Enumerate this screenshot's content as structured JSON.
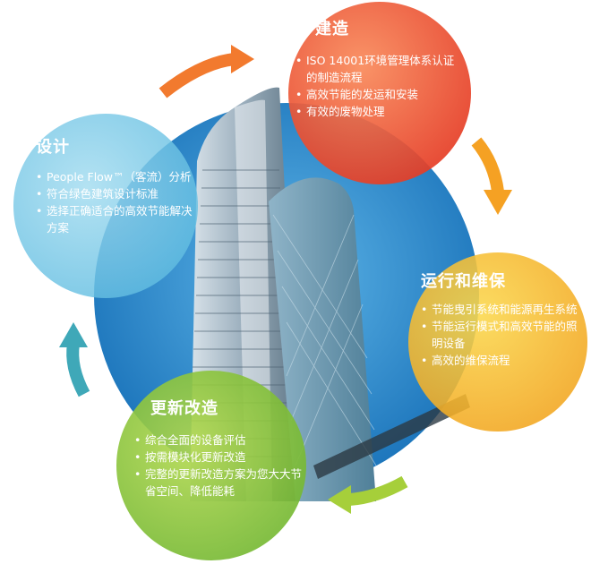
{
  "colors": {
    "sky": "#1b86c9",
    "design": "#6fc7e6",
    "build": "#ee4b2b",
    "operate": "#f6c323",
    "renovate": "#8cc63f",
    "arrow_orange": "#f27a2e",
    "arrow_teal": "#3fa8b8",
    "arrow_green": "#9acd3a"
  },
  "stages": {
    "design": {
      "title": "设计",
      "items": [
        "People Flow™（客流）分析",
        "符合绿色建筑设计标准",
        "选择正确适合的高效节能解决方案"
      ]
    },
    "build": {
      "title": "建造",
      "items": [
        "ISO 14001环境管理体系认证的制造流程",
        "高效节能的发运和安装",
        "有效的废物处理"
      ]
    },
    "operate": {
      "title": "运行和维保",
      "items": [
        "节能曳引系统和能源再生系统",
        "节能运行模式和高效节能的照明设备",
        "高效的维保流程"
      ]
    },
    "renovate": {
      "title": "更新改造",
      "items": [
        "综合全面的设备评估",
        "按需模块化更新改造",
        "完整的更新改造方案为您大大节省空间、降低能耗"
      ]
    }
  }
}
